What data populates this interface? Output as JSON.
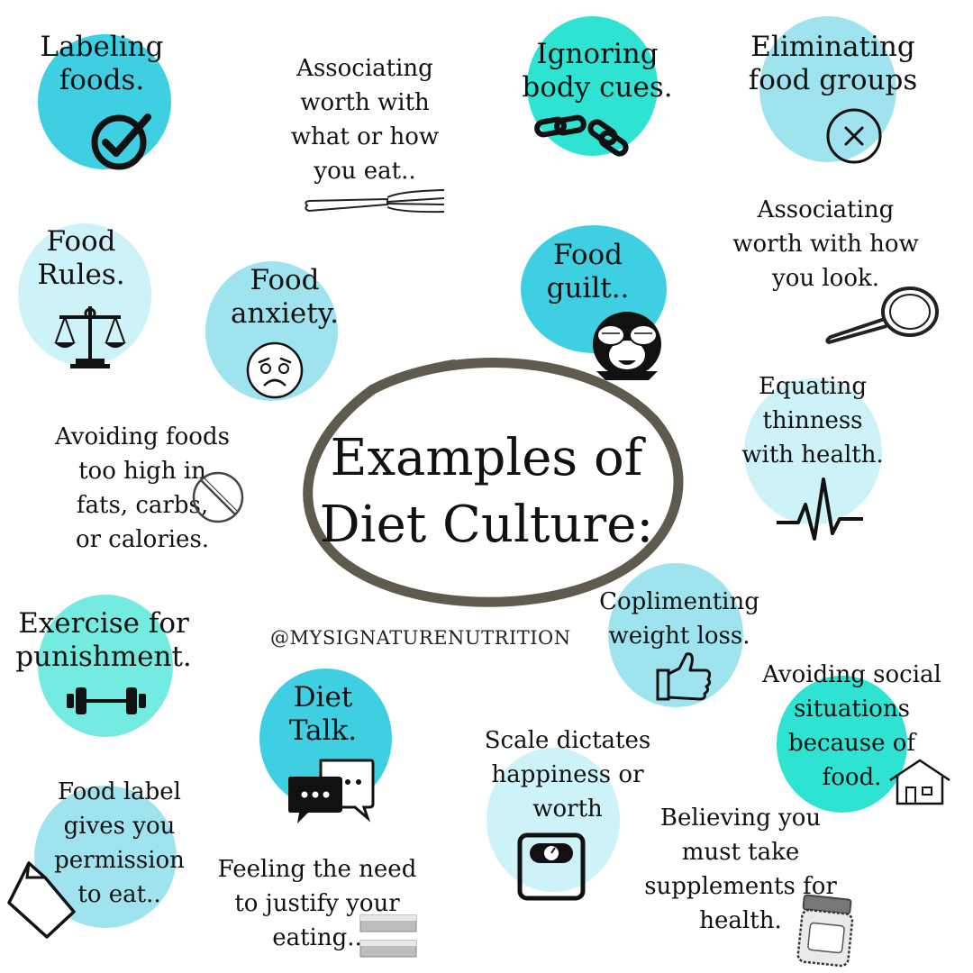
{
  "title": {
    "line1": "Examples of",
    "line2": "Diet Culture:"
  },
  "handle": "@MYSIGNATURENUTRITION",
  "colors": {
    "cyan": "#3ecfe3",
    "teal": "#2fe3d3",
    "light": "#cdf3f8",
    "pale": "#9fe3ee",
    "ink": "#111111",
    "ring": "#5e5a4e"
  },
  "items": [
    {
      "lines": [
        "Labeling",
        "foods."
      ],
      "icon": "check-circle-icon"
    },
    {
      "lines": [
        "Associating",
        "worth with",
        "what or how",
        "you eat.."
      ],
      "icon": "fork-icon"
    },
    {
      "lines": [
        "Ignoring",
        "body cues."
      ],
      "icon": "broken-chain-icon"
    },
    {
      "lines": [
        "Eliminating",
        "food groups"
      ],
      "icon": "x-circle-icon"
    },
    {
      "lines": [
        "Food",
        "Rules."
      ],
      "icon": "scales-icon"
    },
    {
      "lines": [
        "Food",
        "anxiety."
      ],
      "icon": "worried-face-icon"
    },
    {
      "lines": [
        "Food",
        "guilt.."
      ],
      "icon": "see-no-evil-icon"
    },
    {
      "lines": [
        "Associating",
        "worth with how",
        "you look."
      ],
      "icon": "hand-mirror-icon"
    },
    {
      "lines": [
        "Equating",
        "thinness",
        "with health."
      ],
      "icon": "heartbeat-icon"
    },
    {
      "lines": [
        "Avoiding foods",
        "too high in",
        "fats, carbs,",
        "or calories."
      ],
      "icon": "no-sign-icon"
    },
    {
      "lines": [
        "Exercise for",
        "punishment."
      ],
      "icon": "dumbbell-icon"
    },
    {
      "lines": [
        "Coplimenting",
        "weight loss."
      ],
      "icon": "thumbs-up-icon"
    },
    {
      "lines": [
        "Diet",
        "Talk."
      ],
      "icon": "chat-bubbles-icon"
    },
    {
      "lines": [
        "Avoiding social",
        "situations",
        "because of",
        "food."
      ],
      "icon": "house-icon"
    },
    {
      "lines": [
        "Scale dictates",
        "happiness or",
        "worth"
      ],
      "icon": "bathroom-scale-icon"
    },
    {
      "lines": [
        "Food label",
        "gives you",
        "permission",
        "to eat.."
      ],
      "icon": "paper-icon"
    },
    {
      "lines": [
        "Feeling the need",
        "to justify your",
        "eating.."
      ],
      "icon": "bars-icon"
    },
    {
      "lines": [
        "Believing you",
        "must take",
        "supplements for",
        "health."
      ],
      "icon": "supplement-jar-icon"
    }
  ]
}
